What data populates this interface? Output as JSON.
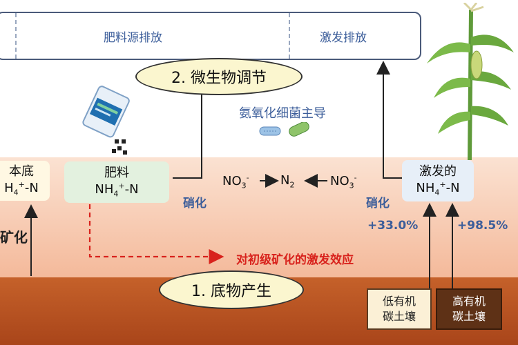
{
  "top_bar": {
    "fertilizer_emission": "肥料源排放",
    "priming_emission": "激发排放"
  },
  "process_2": "2. 微生物调节",
  "ammonia_oxidizer": "氨氧化细菌主导",
  "process_1": "1. 底物产生",
  "left_box": {
    "line1": "本底",
    "line2_base": "H",
    "line2_sub": "4",
    "line2_sup": "+",
    "line2_tail": "-N"
  },
  "left_mineralization": "矿化",
  "fertilizer_box": {
    "line1": "肥料",
    "base": "NH",
    "sub": "4",
    "sup": "+",
    "tail": "-N"
  },
  "primed_box": {
    "line1": "激发的",
    "base": "NH",
    "sub": "4",
    "sup": "+",
    "tail": "-N"
  },
  "nitrification_left": "硝化",
  "nitrification_right": "硝化",
  "chain": {
    "no3_left": {
      "base": "NO",
      "sub": "3",
      "sup": "-"
    },
    "n2": {
      "base": "N",
      "sub": "2"
    },
    "no3_right": {
      "base": "NO",
      "sub": "3",
      "sup": "-"
    }
  },
  "percent_low": "+33.0%",
  "percent_high": "+98.5%",
  "priming_effect": "对初级矿化的激发效应",
  "soil_low": {
    "line1": "低有机",
    "line2": "碳土壤"
  },
  "soil_high": {
    "line1": "高有机",
    "line2": "碳土壤"
  },
  "colors": {
    "blue": "#3b5d9a",
    "red": "#d8221c",
    "soil_light": "#f4b99a",
    "soil_dark": "#b24e1f"
  }
}
